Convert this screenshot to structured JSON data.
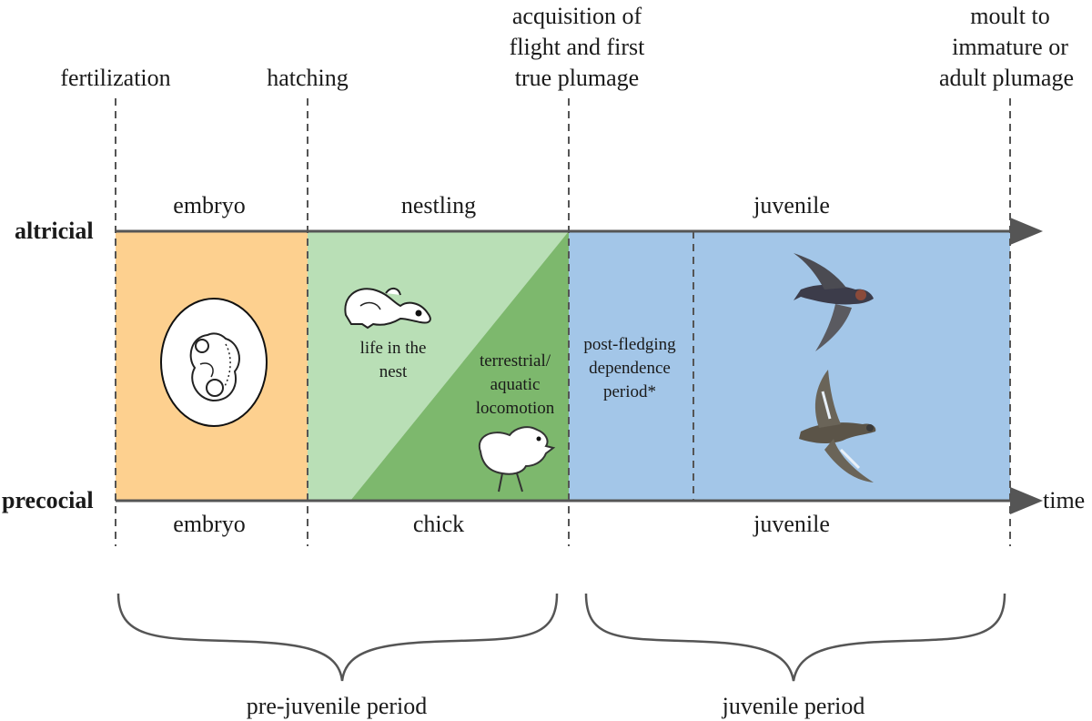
{
  "events": {
    "fertilization": "fertilization",
    "hatching": "hatching",
    "flight": [
      "acquisition of",
      "flight and first",
      "true plumage"
    ],
    "moult": [
      "moult to",
      "immature or",
      "adult plumage"
    ]
  },
  "rows": {
    "altricial": "altricial",
    "precocial": "precocial",
    "time": "time"
  },
  "stages_top": {
    "embryo": "embryo",
    "nestling": "nestling",
    "juvenile": "juvenile"
  },
  "stages_bottom": {
    "embryo": "embryo",
    "chick": "chick",
    "juvenile": "juvenile"
  },
  "inner": {
    "life_nest": [
      "life in the",
      "nest"
    ],
    "locomotion": [
      "terrestrial/",
      "aquatic",
      "locomotion"
    ],
    "post_fledging": [
      "post-fledging",
      "dependence",
      "period*"
    ]
  },
  "periods": {
    "pre_juvenile": "pre-juvenile period",
    "juvenile": "juvenile period"
  },
  "colors": {
    "embryo_fill": "#fdd08f",
    "nest_light": "#b9dfb6",
    "nest_dark": "#7db86d",
    "juvenile_fill": "#a3c6e8",
    "axis": "#555555"
  },
  "icons": {
    "embryo": "embryo-in-egg-icon",
    "nestling": "nestling-chick-icon",
    "duckling": "duckling-icon",
    "swallow": "swallow-icon",
    "duck": "flying-duck-icon"
  }
}
